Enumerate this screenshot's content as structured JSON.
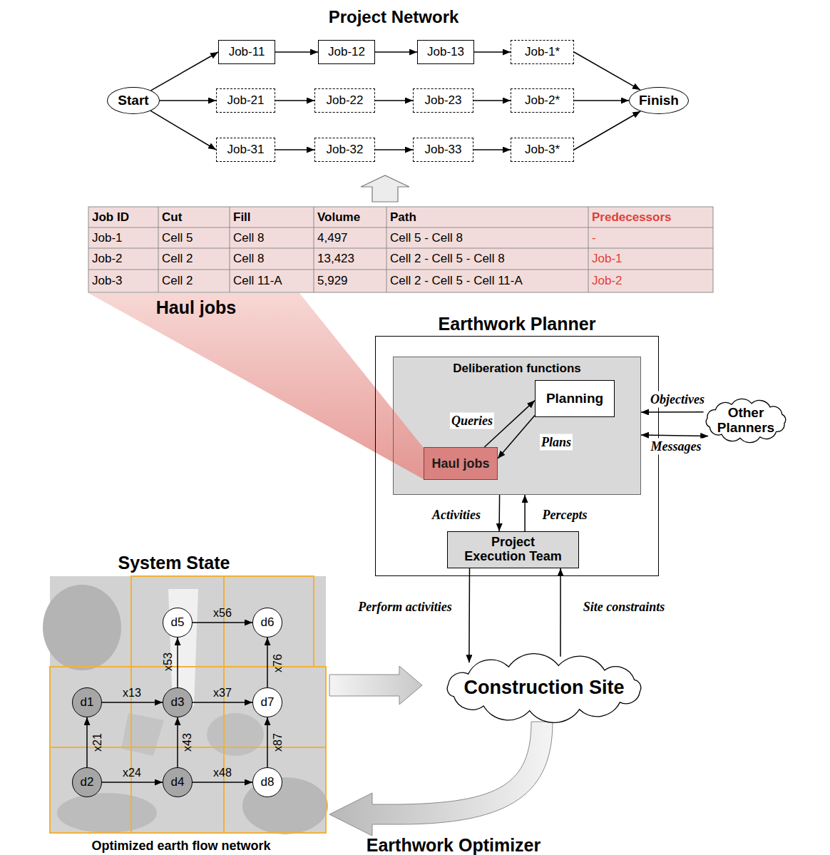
{
  "diagram": {
    "nodes": [
      {
        "text": [
          "Start"
        ]
      },
      {
        "text": [
          "Job-11"
        ]
      },
      {
        "text": [
          "Job-12"
        ]
      },
      {
        "text": [
          "Job-13"
        ]
      },
      {
        "text": [
          "Job-1*"
        ]
      },
      {
        "text": [
          "Finish"
        ]
      },
      {
        "text": [
          "Job-21"
        ]
      },
      {
        "text": [
          "Job-22"
        ]
      },
      {
        "text": [
          "Job-23"
        ]
      },
      {
        "text": [
          "Job-2*"
        ]
      },
      {
        "text": [
          "Job-31"
        ]
      },
      {
        "text": [
          "Job-32"
        ]
      },
      {
        "text": [
          "Job-33"
        ]
      },
      {
        "text": [
          "Job-3*"
        ]
      },
      {
        "text": [
          "Earthwork Planner"
        ]
      },
      {
        "text": [
          "Deliberation functions"
        ],
        "in": 14
      },
      {
        "text": [
          "Planning"
        ],
        "in": 15
      },
      {
        "text": [
          "Haul jobs"
        ],
        "in": 15
      },
      {
        "text": [
          "Project Execution Team"
        ],
        "in": 14
      },
      {
        "text": [
          "Other Planners"
        ]
      },
      {
        "text": [
          "Construction Site"
        ]
      },
      {
        "text": [
          "d5"
        ]
      },
      {
        "text": [
          "d6"
        ]
      },
      {
        "text": [
          "d1"
        ]
      },
      {
        "text": [
          "d3"
        ]
      },
      {
        "text": [
          "d7"
        ]
      },
      {
        "text": [
          "d2"
        ]
      },
      {
        "text": [
          "d4"
        ]
      },
      {
        "text": [
          "d8"
        ]
      }
    ],
    "edges": [
      {
        "from": 0,
        "to": 1,
        "arrow": "to"
      },
      {
        "from": 0,
        "to": 6,
        "arrow": "to"
      },
      {
        "from": 0,
        "to": 10,
        "arrow": "to"
      },
      {
        "from": 1,
        "to": 2,
        "arrow": "to"
      },
      {
        "from": 2,
        "to": 3,
        "arrow": "to"
      },
      {
        "from": 3,
        "to": 4,
        "arrow": "to"
      },
      {
        "from": 6,
        "to": 7,
        "arrow": "to"
      },
      {
        "from": 7,
        "to": 8,
        "arrow": "to"
      },
      {
        "from": 8,
        "to": 9,
        "arrow": "to"
      },
      {
        "from": 10,
        "to": 11,
        "arrow": "to"
      },
      {
        "from": 11,
        "to": 12,
        "arrow": "to"
      },
      {
        "from": 12,
        "to": 13,
        "arrow": "to"
      },
      {
        "from": 4,
        "to": 5,
        "arrow": "to"
      },
      {
        "from": 9,
        "to": 5,
        "arrow": "to"
      },
      {
        "from": 13,
        "to": 5,
        "arrow": "to"
      },
      {
        "from": 17,
        "to": 16,
        "label": "Queries",
        "arrow": "to"
      },
      {
        "from": 16,
        "to": 17,
        "label": "Plans",
        "arrow": "to"
      },
      {
        "from": 19,
        "to": 15,
        "label": "Objectives",
        "arrow": "to"
      },
      {
        "from": 15,
        "to": 19,
        "label": "Messages",
        "arrow": "both"
      },
      {
        "from": 15,
        "to": 18,
        "label": "Activities",
        "arrow": "to"
      },
      {
        "from": 18,
        "to": 15,
        "label": "Percepts",
        "arrow": "to"
      },
      {
        "from": 18,
        "to": 20,
        "label": "Perform activities",
        "arrow": "to"
      },
      {
        "from": 20,
        "to": 18,
        "label": "Site constraints",
        "arrow": "to"
      },
      {
        "from": 26,
        "to": 23,
        "label": "x21",
        "arrow": "to"
      },
      {
        "from": 23,
        "to": 24,
        "label": "x13",
        "arrow": "to"
      },
      {
        "from": 26,
        "to": 27,
        "label": "x24",
        "arrow": "to"
      },
      {
        "from": 27,
        "to": 24,
        "label": "x43",
        "arrow": "to"
      },
      {
        "from": 24,
        "to": 21,
        "label": "x53",
        "arrow": "to"
      },
      {
        "from": 21,
        "to": 22,
        "label": "x56",
        "arrow": "to"
      },
      {
        "from": 24,
        "to": 25,
        "label": "x37",
        "arrow": "to"
      },
      {
        "from": 25,
        "to": 22,
        "label": "x76",
        "arrow": "to"
      },
      {
        "from": 27,
        "to": 28,
        "label": "x48",
        "arrow": "to"
      },
      {
        "from": 28,
        "to": 25,
        "label": "x87",
        "arrow": "to"
      }
    ],
    "labels": [
      "Project Network",
      "Job ID",
      "Cut",
      "Fill",
      "Volume",
      "Path",
      "Predecessors",
      "Job-1",
      "Cell 5",
      "Cell 8",
      "4,497",
      "Cell 5 - Cell 8",
      "-",
      "Job-2",
      "Cell 2",
      "Cell 8",
      "13,423",
      "Cell 2 - Cell 5 - Cell 8",
      "Job-1",
      "Job-3",
      "Cell 2",
      "Cell 11-A",
      "5,929",
      "Cell 2 - Cell 5 - Cell 11-A",
      "Job-2",
      "Haul jobs",
      "System State",
      "Optimized earth flow network",
      "Earthwork Optimizer"
    ]
  }
}
